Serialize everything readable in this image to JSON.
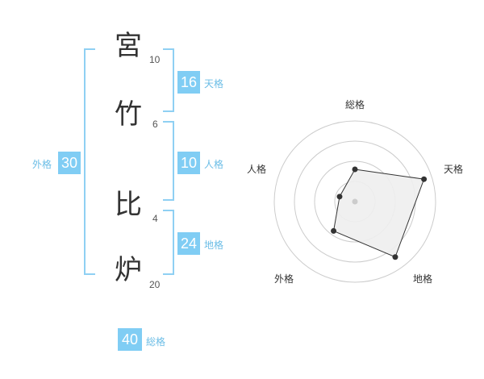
{
  "name": {
    "characters": [
      {
        "char": "宮",
        "strokes": "10"
      },
      {
        "char": "竹",
        "strokes": "6"
      },
      {
        "char": "比",
        "strokes": "4"
      },
      {
        "char": "炉",
        "strokes": "20"
      }
    ]
  },
  "scores": {
    "tenkaku": {
      "value": "16",
      "label": "天格"
    },
    "jinkaku": {
      "value": "10",
      "label": "人格"
    },
    "chikaku": {
      "value": "24",
      "label": "地格"
    },
    "gaikaku": {
      "value": "30",
      "label": "外格"
    },
    "soukaku": {
      "value": "40",
      "label": "総格"
    }
  },
  "chart_data": {
    "type": "radar",
    "axes": [
      "総格",
      "天格",
      "地格",
      "外格",
      "人格"
    ],
    "values": [
      0.4,
      0.9,
      0.85,
      0.45,
      0.2
    ],
    "rings": 4,
    "colors": {
      "fill": "#eeeeee",
      "line": "#333333",
      "grid": "#cccccc",
      "center": "#cccccc"
    }
  }
}
